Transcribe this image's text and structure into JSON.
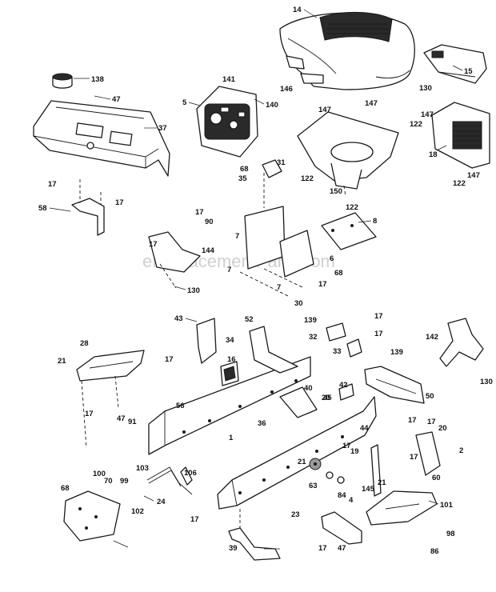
{
  "watermark": "eReplacementParts.com",
  "callouts": [
    "14",
    "138",
    "47",
    "37",
    "141",
    "5",
    "140",
    "146",
    "15",
    "130",
    "147",
    "147",
    "122",
    "147",
    "18",
    "147",
    "122",
    "68",
    "31",
    "35",
    "122",
    "150",
    "122",
    "17",
    "17",
    "58",
    "17",
    "90",
    "8",
    "7",
    "17",
    "144",
    "6",
    "7",
    "68",
    "130",
    "7",
    "17",
    "30",
    "139",
    "17",
    "43",
    "52",
    "32",
    "17",
    "142",
    "34",
    "33",
    "139",
    "28",
    "16",
    "21",
    "17",
    "56",
    "47",
    "40",
    "42",
    "20",
    "50",
    "130",
    "91",
    "17",
    "17",
    "36",
    "1",
    "44",
    "17",
    "20",
    "45",
    "17",
    "19",
    "100",
    "103",
    "99",
    "106",
    "21",
    "17",
    "2",
    "68",
    "70",
    "63",
    "84",
    "145",
    "21",
    "60",
    "4",
    "102",
    "24",
    "101",
    "17",
    "23",
    "98",
    "39",
    "17",
    "47",
    "86"
  ]
}
